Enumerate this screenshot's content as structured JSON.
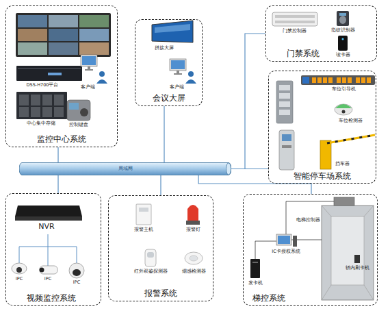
{
  "diagram": {
    "nodes": [
      {
        "text": [
          "监控中心系统"
        ]
      },
      {
        "text": [
          "会议大屏"
        ]
      },
      {
        "text": [
          "门禁系统"
        ]
      },
      {
        "text": [
          "智能停车场系统"
        ]
      },
      {
        "text": [
          "局域网"
        ]
      },
      {
        "text": [
          "视频监控系统"
        ]
      },
      {
        "text": [
          "报警系统"
        ]
      },
      {
        "text": [
          "梯控系统"
        ]
      }
    ],
    "edges": [
      {
        "from": 4,
        "to": 0,
        "arrow": "none"
      },
      {
        "from": 4,
        "to": 1,
        "arrow": "none"
      },
      {
        "from": 4,
        "to": 2,
        "arrow": "none"
      },
      {
        "from": 4,
        "to": 3,
        "arrow": "none"
      },
      {
        "from": 4,
        "to": 5,
        "arrow": "none"
      },
      {
        "from": 4,
        "to": 6,
        "arrow": "none"
      },
      {
        "from": 4,
        "to": 7,
        "arrow": "none"
      }
    ],
    "labels": [
      "DSS-H700平台",
      "中心集中存储",
      "控制键盘",
      "客户端",
      "拼接大屏",
      "客户端",
      "门禁控制器",
      "指纹识别器",
      "读卡器",
      "车位引导机",
      "车位检测器",
      "挡车器",
      "NVR",
      "IPC",
      "IPC",
      "IPC",
      "报警主机",
      "报警灯",
      "红外双鉴探测器",
      "烟感检测器",
      "电梯控制器",
      "IC卡授权系统",
      "发卡机",
      "轿内刷卡机"
    ]
  }
}
